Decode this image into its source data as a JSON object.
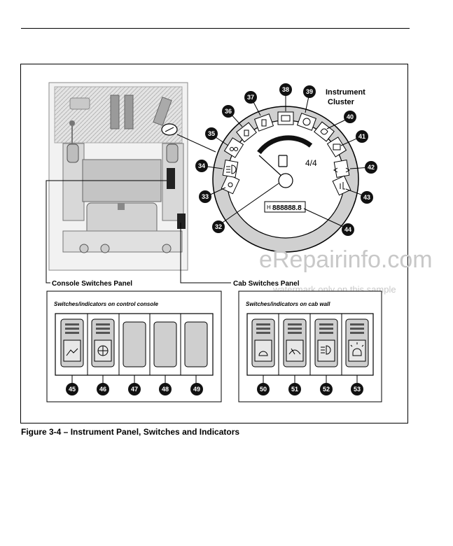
{
  "figure": {
    "caption": "Figure 3-4 – Instrument Panel, Switches and Indicators",
    "cluster_label_line1": "Instrument",
    "cluster_label_line2": "Cluster",
    "console_panel_label": "Console Switches Panel",
    "cab_panel_label": "Cab Switches Panel",
    "console_box_title": "Switches/indicators on control console",
    "cab_box_title": "Switches/indicators on cab wall",
    "fuel_reading": "4/4",
    "hour_prefix": "H",
    "hour_meter": "888888.8",
    "watermark_main": "eRepairinfo.com",
    "watermark_sub": "watermark only on this sample"
  },
  "callouts": {
    "c32": "32",
    "c33": "33",
    "c34": "34",
    "c35": "35",
    "c36": "36",
    "c37": "37",
    "c38": "38",
    "c39": "39",
    "c40": "40",
    "c41": "41",
    "c42": "42",
    "c43": "43",
    "c44": "44",
    "c45": "45",
    "c46": "46",
    "c47": "47",
    "c48": "48",
    "c49": "49",
    "c50": "50",
    "c51": "51",
    "c52": "52",
    "c53": "53"
  },
  "colors": {
    "gauge_ring": "#d0d0d0",
    "callout_fill": "#111111",
    "switch_face": "#cfcfcf",
    "watermark": "#c8c8c8"
  }
}
